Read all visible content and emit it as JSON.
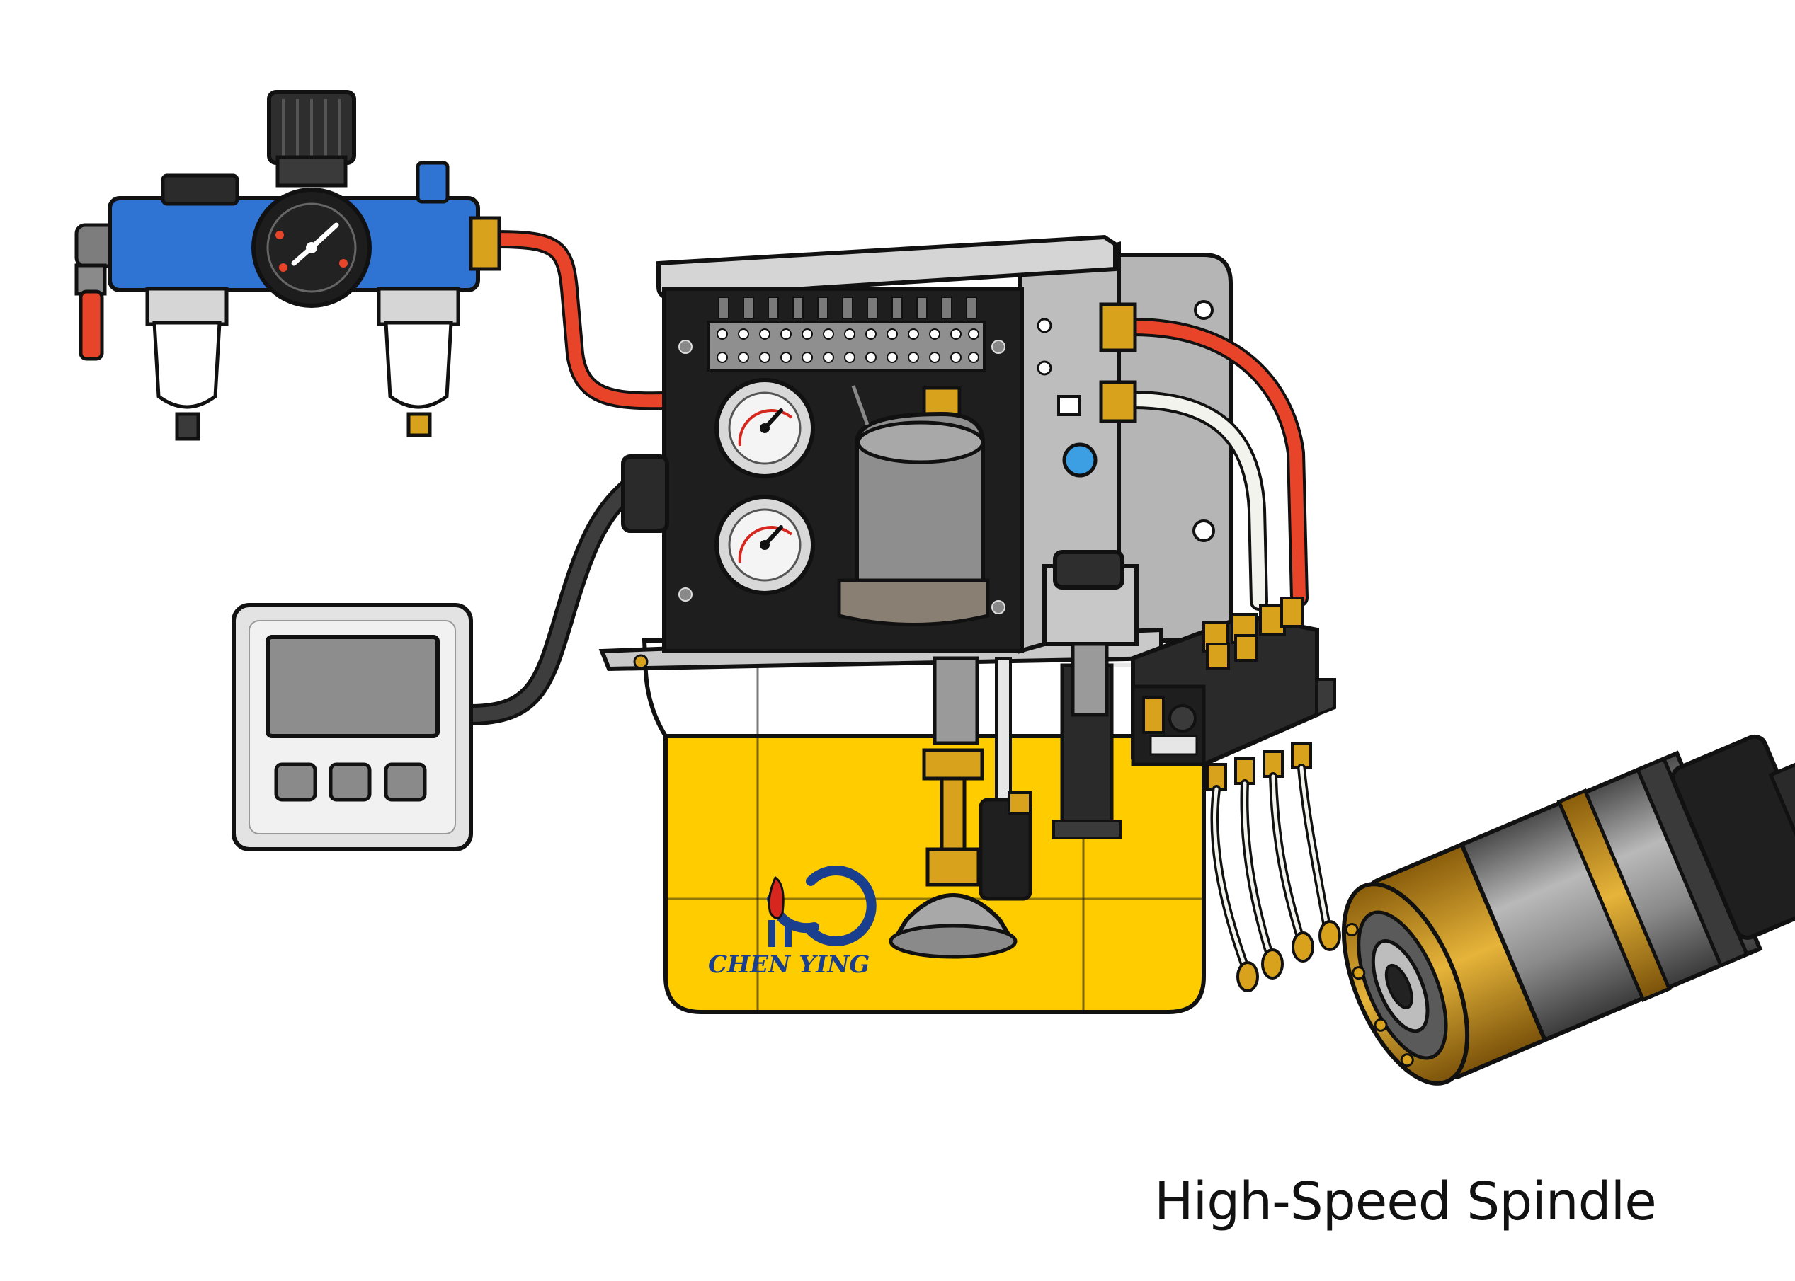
{
  "caption": "High-Speed Spindle",
  "brand_logo_text": "CHEN YING",
  "colors": {
    "air_line": "#e8442a",
    "oil_line": "#f3f3ee",
    "tank_oil": "#ffcc00",
    "frl_body": "#2f74d3",
    "brass": "#d9a21c",
    "panel": "#1e1e1e",
    "steel": "#9a9a9a",
    "logo_blue": "#1a3f8f",
    "logo_drop": "#d7261e"
  },
  "components": [
    {
      "id": "filter-regulator-lubricator",
      "icon": "frl-unit-icon"
    },
    {
      "id": "lubrication-pump-unit",
      "icon": "pump-icon"
    },
    {
      "id": "oil-tank",
      "icon": "tank-icon"
    },
    {
      "id": "controller",
      "icon": "controller-icon"
    },
    {
      "id": "distributor-block",
      "icon": "distributor-icon"
    },
    {
      "id": "spindle",
      "icon": "spindle-icon"
    }
  ]
}
